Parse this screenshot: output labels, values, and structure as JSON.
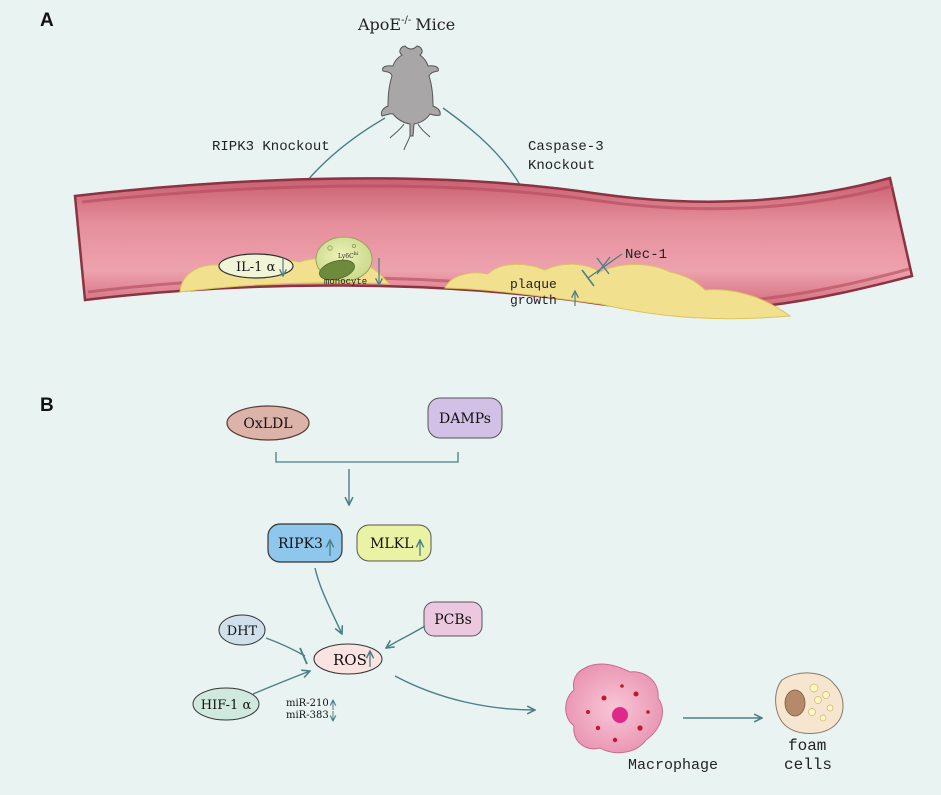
{
  "panel_a": {
    "label": "A",
    "mouse": {
      "label": "ApoE",
      "superscript": "-/-",
      "suffix": "Mice"
    },
    "left_branch": "RIPK3 Knockout",
    "right_branch_line1": "Caspase-3",
    "right_branch_line2": "Knockout",
    "il1a": "IL-1 α",
    "monocyte_label": "monocyte",
    "ly6c": "Ly6C",
    "ly6c_sup": "hi",
    "inhibitor": "Nec-1",
    "plaque_line1": "plaque",
    "plaque_line2": "growth"
  },
  "panel_b": {
    "label": "B",
    "oxldl": "OxLDL",
    "damps": "DAMPs",
    "ripk3": "RIPK3",
    "mlkl": "MLKL",
    "dht": "DHT",
    "pcbs": "PCBs",
    "ros": "ROS",
    "hif": "HIF-1 α",
    "mir210": "miR-210",
    "mir383": "miR-383",
    "macrophage": "Macrophage",
    "foam_line1": "foam",
    "foam_line2": "cells"
  },
  "colors": {
    "background": "#e9f3f1",
    "vessel": "#d9707f",
    "vessel_light": "#efa6b0",
    "plaque": "#f1e08e",
    "arrow": "#4a7f86",
    "oxldl": "#dcb3a8",
    "damps": "#d3c0e6",
    "ripk3": "#8fc6ec",
    "mlkl": "#e9f3a3",
    "dht": "#cfe0ea",
    "pcbs": "#ecc8e0",
    "ros": "#fbe3e1",
    "hif": "#cfe9df",
    "macrophage": "#f1a9c1",
    "foam": "#f6e6cf"
  }
}
